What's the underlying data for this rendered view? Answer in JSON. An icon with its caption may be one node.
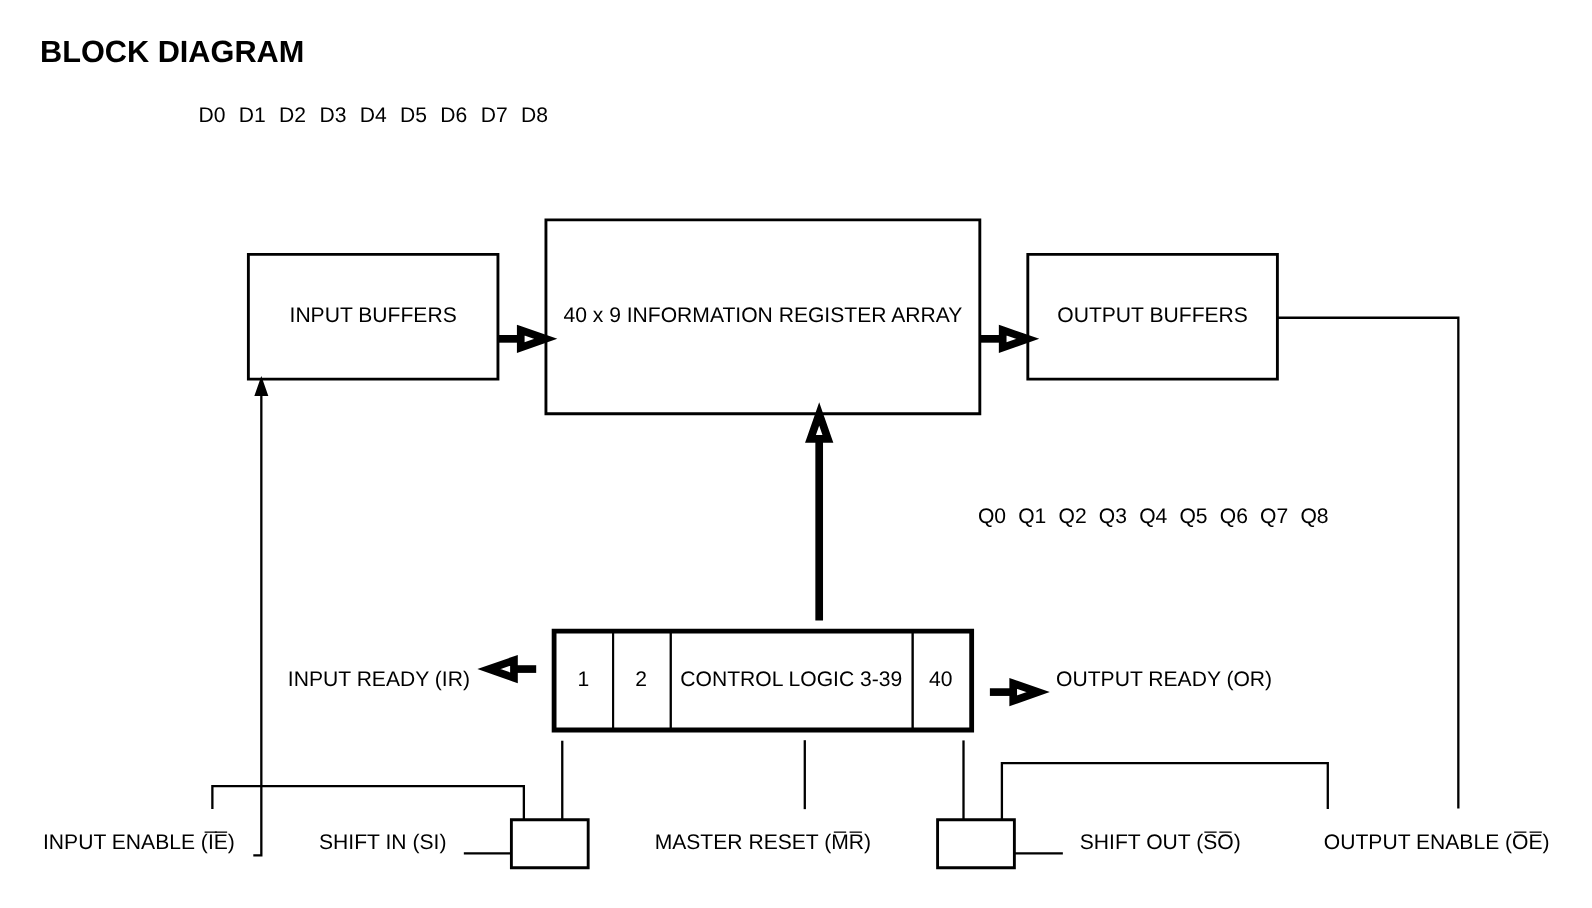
{
  "diagram": {
    "title": "BLOCK DIAGRAM",
    "nodes": [
      {
        "text": [
          "INPUT BUFFERS"
        ]
      },
      {
        "text": [
          "40 x 9 INFORMATION REGISTER ARRAY"
        ]
      },
      {
        "text": [
          "OUTPUT BUFFERS"
        ]
      },
      {
        "text": [
          "1",
          "2",
          "CONTROL LOGIC 3-39",
          "40"
        ]
      },
      {
        "text": [
          "INPUT READY (IR)"
        ]
      },
      {
        "text": [
          "OUTPUT READY (OR)"
        ]
      },
      {
        "text": [],
        "shape": "box"
      },
      {
        "text": [],
        "shape": "box"
      },
      {
        "text": [
          "INPUT ENABLE (I̅E̅)"
        ]
      },
      {
        "text": [
          "SHIFT IN (SI)"
        ]
      },
      {
        "text": [
          "MASTER RESET (M̅R̅)"
        ]
      },
      {
        "text": [
          "SHIFT OUT (S̅O̅)"
        ]
      },
      {
        "text": [
          "OUTPUT ENABLE (O̅E̅)"
        ]
      }
    ],
    "edges": [
      {
        "from": 0,
        "to": 1,
        "arrow": "to",
        "style": "thick"
      },
      {
        "from": 1,
        "to": 2,
        "arrow": "to",
        "style": "thick"
      },
      {
        "from": 3,
        "to": 1,
        "arrow": "to",
        "style": "thick"
      },
      {
        "from": 3,
        "to": 4,
        "arrow": "to",
        "style": "thick"
      },
      {
        "from": 3,
        "to": 5,
        "arrow": "to",
        "style": "thick"
      },
      {
        "from": 8,
        "to": 0,
        "arrow": "to"
      },
      {
        "from": 8,
        "to": 6,
        "arrow": "none"
      },
      {
        "from": 9,
        "to": 6,
        "arrow": "none"
      },
      {
        "from": 6,
        "to": 3,
        "arrow": "none"
      },
      {
        "from": 10,
        "to": 3,
        "arrow": "none"
      },
      {
        "from": 3,
        "to": 7,
        "arrow": "none"
      },
      {
        "from": 7,
        "to": 11,
        "arrow": "none"
      },
      {
        "from": 7,
        "to": 12,
        "arrow": "none"
      },
      {
        "from": 2,
        "to": 12,
        "arrow": "none"
      }
    ],
    "labels": [
      "D0",
      "D1",
      "D2",
      "D3",
      "D4",
      "D5",
      "D6",
      "D7",
      "D8",
      "Q0",
      "Q1",
      "Q2",
      "Q3",
      "Q4",
      "Q5",
      "Q6",
      "Q7",
      "Q8"
    ]
  }
}
